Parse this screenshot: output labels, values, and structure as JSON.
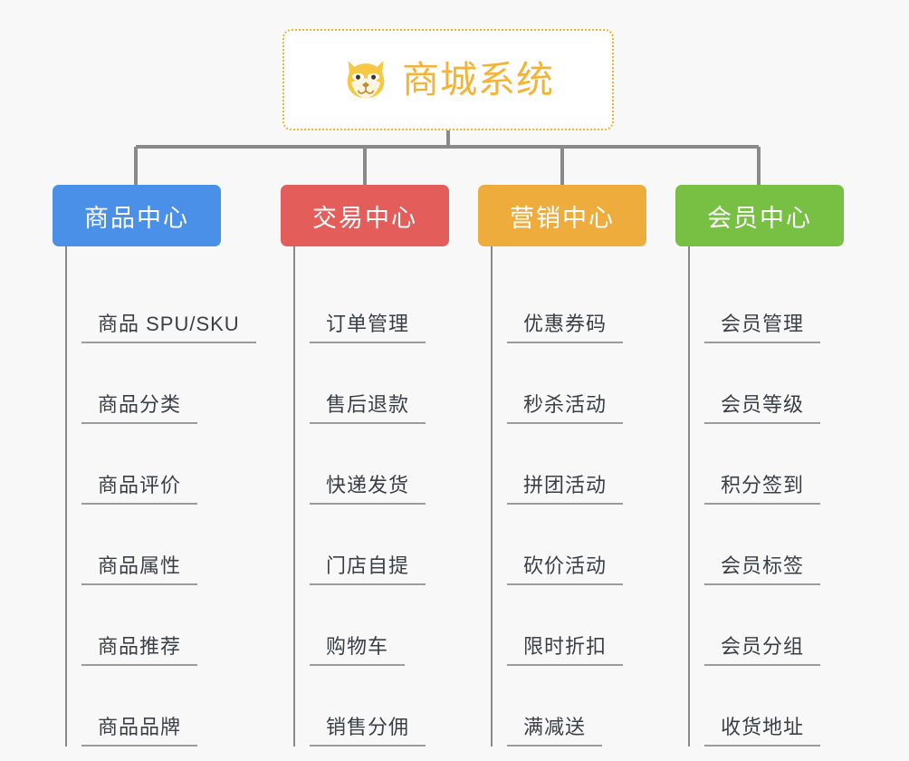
{
  "diagram": {
    "title": "商城系统",
    "background_color": "#f8f8f8",
    "connector_color": "#8a8a8a",
    "root": {
      "label": "商城系统",
      "icon": "shiba-dog-face-icon",
      "text_color": "#f5b335",
      "border_color": "#f0b429",
      "background_color": "#ffffff"
    },
    "branches": [
      {
        "label": "商品中心",
        "color": "#4a90e8",
        "leaves": [
          {
            "label": "商品 SPU/SKU"
          },
          {
            "label": "商品分类"
          },
          {
            "label": "商品评价"
          },
          {
            "label": "商品属性"
          },
          {
            "label": "商品推荐"
          },
          {
            "label": "商品品牌"
          }
        ]
      },
      {
        "label": "交易中心",
        "color": "#e35d5b",
        "leaves": [
          {
            "label": "订单管理"
          },
          {
            "label": "售后退款"
          },
          {
            "label": "快递发货"
          },
          {
            "label": "门店自提"
          },
          {
            "label": "购物车"
          },
          {
            "label": "销售分佣"
          }
        ]
      },
      {
        "label": "营销中心",
        "color": "#eeac3d",
        "leaves": [
          {
            "label": "优惠券码"
          },
          {
            "label": "秒杀活动"
          },
          {
            "label": "拼团活动"
          },
          {
            "label": "砍价活动"
          },
          {
            "label": "限时折扣"
          },
          {
            "label": "满减送"
          }
        ]
      },
      {
        "label": "会员中心",
        "color": "#77c043",
        "leaves": [
          {
            "label": "会员管理"
          },
          {
            "label": "会员等级"
          },
          {
            "label": "积分签到"
          },
          {
            "label": "会员标签"
          },
          {
            "label": "会员分组"
          },
          {
            "label": "收货地址"
          }
        ]
      }
    ]
  }
}
